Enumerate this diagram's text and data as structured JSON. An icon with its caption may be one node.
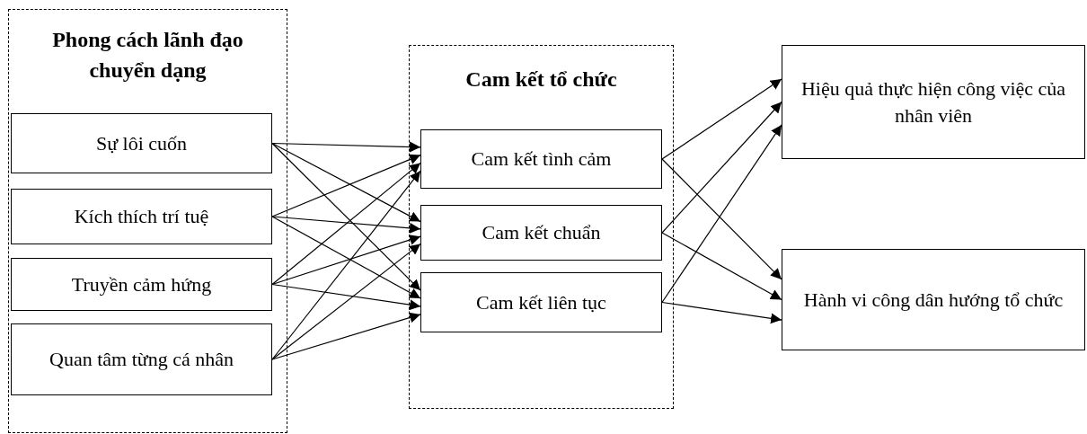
{
  "diagram": {
    "nodes": [
      {
        "text": [
          "Phong cách lãnh đạo chuyển dạng"
        ]
      },
      {
        "text": [
          "Sự lôi cuốn"
        ],
        "in": 0
      },
      {
        "text": [
          "Kích thích trí tuệ"
        ],
        "in": 0
      },
      {
        "text": [
          "Truyền cảm hứng"
        ],
        "in": 0
      },
      {
        "text": [
          "Quan tâm từng cá nhân"
        ],
        "in": 0
      },
      {
        "text": [
          "Cam kết tổ chức"
        ]
      },
      {
        "text": [
          "Cam kết tình cảm"
        ],
        "in": 5
      },
      {
        "text": [
          "Cam kết chuẩn"
        ],
        "in": 5
      },
      {
        "text": [
          "Cam kết liên tục"
        ],
        "in": 5
      },
      {
        "text": [
          "Hiệu quả thực hiện công việc của nhân viên"
        ]
      },
      {
        "text": [
          "Hành vi công dân hướng tổ chức"
        ]
      }
    ],
    "edges": [
      {
        "from": 1,
        "to": 6,
        "arrow": "to"
      },
      {
        "from": 1,
        "to": 7,
        "arrow": "to"
      },
      {
        "from": 1,
        "to": 8,
        "arrow": "to"
      },
      {
        "from": 2,
        "to": 6,
        "arrow": "to"
      },
      {
        "from": 2,
        "to": 7,
        "arrow": "to"
      },
      {
        "from": 2,
        "to": 8,
        "arrow": "to"
      },
      {
        "from": 3,
        "to": 6,
        "arrow": "to"
      },
      {
        "from": 3,
        "to": 7,
        "arrow": "to"
      },
      {
        "from": 3,
        "to": 8,
        "arrow": "to"
      },
      {
        "from": 4,
        "to": 6,
        "arrow": "to"
      },
      {
        "from": 4,
        "to": 7,
        "arrow": "to"
      },
      {
        "from": 4,
        "to": 8,
        "arrow": "to"
      },
      {
        "from": 6,
        "to": 9,
        "arrow": "to"
      },
      {
        "from": 6,
        "to": 10,
        "arrow": "to"
      },
      {
        "from": 7,
        "to": 9,
        "arrow": "to"
      },
      {
        "from": 7,
        "to": 10,
        "arrow": "to"
      },
      {
        "from": 8,
        "to": 9,
        "arrow": "to"
      },
      {
        "from": 8,
        "to": 10,
        "arrow": "to"
      }
    ]
  }
}
